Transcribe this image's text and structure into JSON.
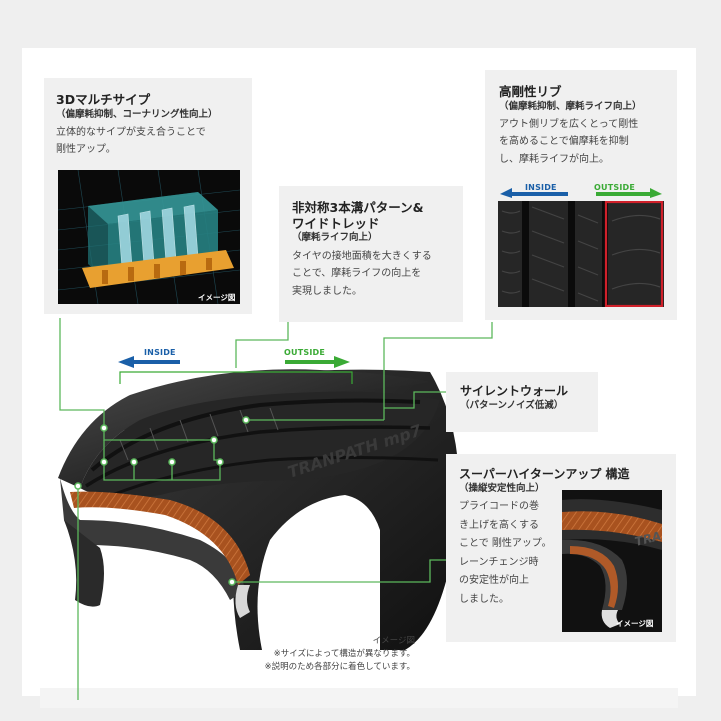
{
  "features": {
    "multi_sipe": {
      "title": "3Dマルチサイプ",
      "subtitle": "（偏摩耗抑制、コーナリング性向上）",
      "desc": [
        "立体的なサイプが支え合うことで",
        "剛性アップ。"
      ],
      "image_label": "イメージ図"
    },
    "rib": {
      "title": "高剛性リブ",
      "subtitle": "（偏摩耗抑制、摩耗ライフ向上）",
      "desc": [
        "アウト側リブを広くとって剛性",
        "を高めることで偏摩耗を抑制",
        "し、摩耗ライフが向上。"
      ],
      "inside_label": "INSIDE",
      "outside_label": "OUTSIDE"
    },
    "asymmetric": {
      "title_lines": [
        "非対称3本溝パターン&",
        "ワイドトレッド"
      ],
      "subtitle": "（摩耗ライフ向上）",
      "desc": [
        "タイヤの接地面積を大きくする",
        "ことで、摩耗ライフの向上を",
        "実現しました。"
      ]
    },
    "silent_wall": {
      "title": "サイレントウォール",
      "subtitle": "（パターンノイズ低減）"
    },
    "super_high_turnup": {
      "title": "スーパーハイターンアップ 構造",
      "subtitle": "（操縦安定性向上）",
      "desc": [
        "プライコードの巻",
        "き上げを高くする",
        "ことで 剛性アップ。",
        "レーンチェンジ時",
        "の安定性が向上",
        "しました。"
      ],
      "image_label": "イメージ図"
    }
  },
  "tire": {
    "inside_label": "INSIDE",
    "outside_label": "OUTSIDE",
    "sidewall_text": "TRANPATH mp7"
  },
  "footnotes": [
    "イメージ図",
    "※サイズによって構造が異なります。",
    "※説明のため各部分に着色しています。"
  ],
  "colors": {
    "inside_blue": "#1a5fa8",
    "outside_green": "#3aaa35",
    "callout_line": "#5cb85c",
    "highlight_red": "#d0202a",
    "ply_brown": "#b05a28"
  }
}
